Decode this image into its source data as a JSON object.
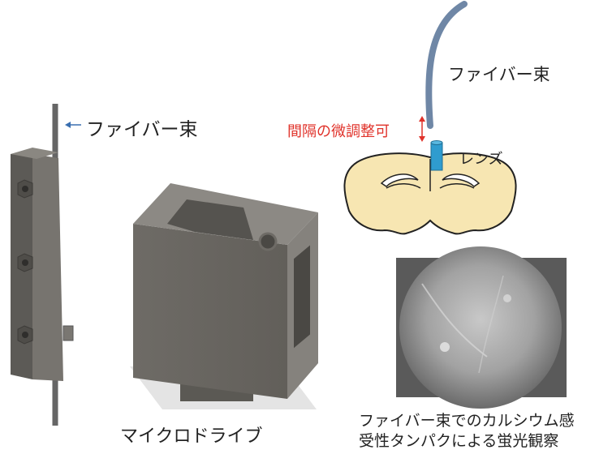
{
  "labels": {
    "fiber_left": "ファイバー束",
    "fiber_top": "ファイバー束",
    "adjust": "間隔の微調整可",
    "lens": "レンズ",
    "microdrive": "マイクロドライブ",
    "caption_line1": "ファイバー束でのカルシウム感",
    "caption_line2": "受性タンパクによる蛍光観察"
  },
  "colors": {
    "fiber": "#6f87a6",
    "lens": "#2f9ccf",
    "brain": "#f7e6b2",
    "device": "#6b6862",
    "adjust_text": "#e0322a",
    "arrow_blue": "#3a6fb0"
  }
}
